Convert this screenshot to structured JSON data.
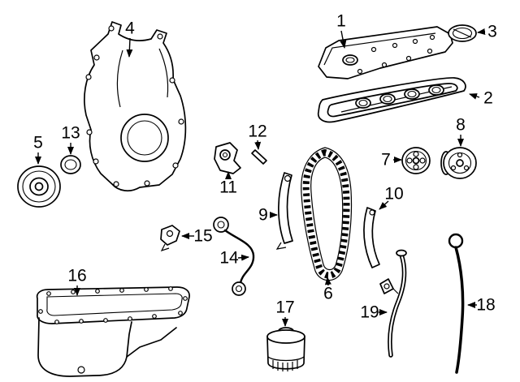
{
  "colors": {
    "line": "#000000",
    "background": "#ffffff"
  },
  "callouts": {
    "c1": {
      "label": "1"
    },
    "c2": {
      "label": "2"
    },
    "c3": {
      "label": "3"
    },
    "c4": {
      "label": "4"
    },
    "c5": {
      "label": "5"
    },
    "c6": {
      "label": "6"
    },
    "c7": {
      "label": "7"
    },
    "c8": {
      "label": "8"
    },
    "c9": {
      "label": "9"
    },
    "c10": {
      "label": "10"
    },
    "c11": {
      "label": "11"
    },
    "c12": {
      "label": "12"
    },
    "c13": {
      "label": "13"
    },
    "c14": {
      "label": "14"
    },
    "c15": {
      "label": "15"
    },
    "c16": {
      "label": "16"
    },
    "c17": {
      "label": "17"
    },
    "c18": {
      "label": "18"
    },
    "c19": {
      "label": "19"
    }
  }
}
